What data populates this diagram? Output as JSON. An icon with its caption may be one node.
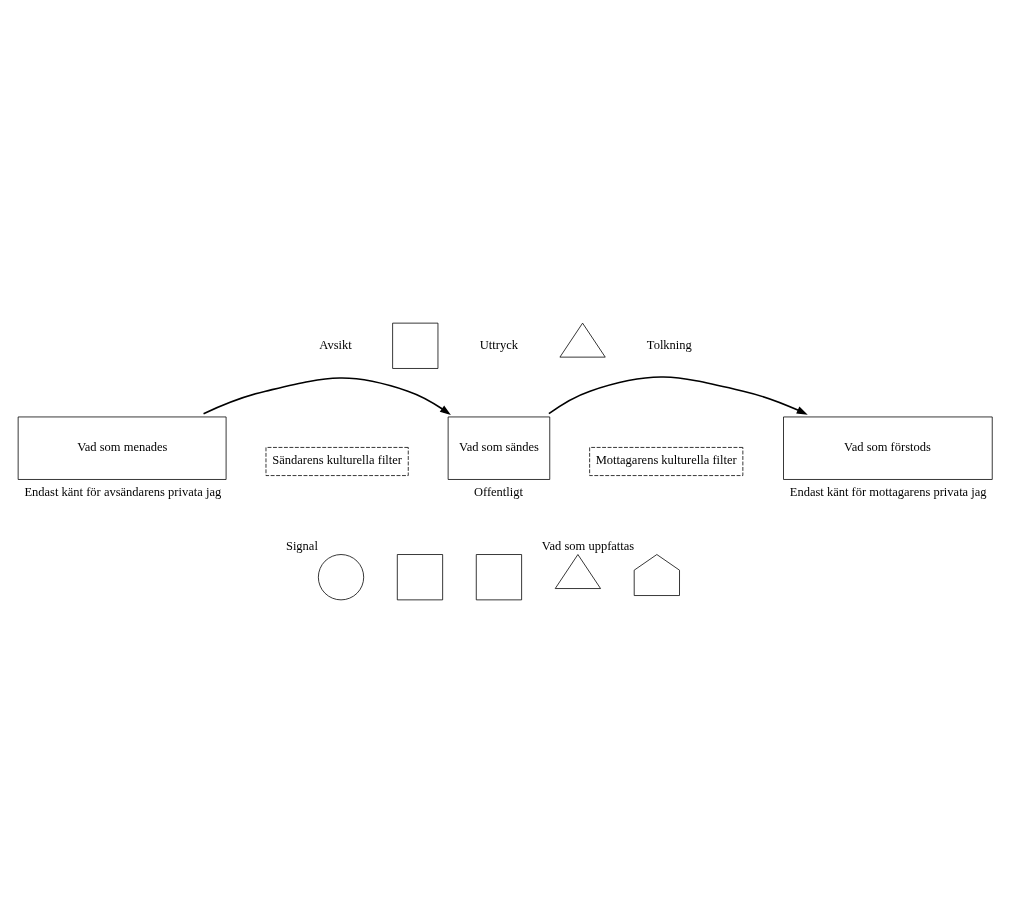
{
  "diagram": {
    "nodes": [
      {
        "text": [],
        "shape": "box"
      },
      {
        "text": [],
        "shape": "triangle"
      },
      {
        "text": [
          "Vad som menades"
        ],
        "beside": [
          "Endast känt för avsändarens privata jag"
        ]
      },
      {
        "text": [
          "Sändarens kulturella filter"
        ]
      },
      {
        "text": [
          "Vad som sändes"
        ],
        "beside": [
          "Offentligt"
        ]
      },
      {
        "text": [
          "Mottagarens kulturella filter"
        ]
      },
      {
        "text": [
          "Vad som förstods"
        ],
        "beside": [
          "Endast känt för mottagarens privata jag"
        ]
      },
      {
        "text": [
          "Signal"
        ]
      },
      {
        "text": [],
        "shape": "box"
      },
      {
        "text": [],
        "shape": "box"
      },
      {
        "text": [],
        "shape": "triangle"
      },
      {
        "text": [
          "Vad som uppfattas"
        ]
      }
    ],
    "edges": [
      {
        "from": 2,
        "to": 4,
        "arrow": "to"
      },
      {
        "from": 4,
        "to": 6,
        "arrow": "to"
      }
    ],
    "labels": [
      "Avsikt",
      "Uttryck",
      "Tolkning"
    ]
  }
}
